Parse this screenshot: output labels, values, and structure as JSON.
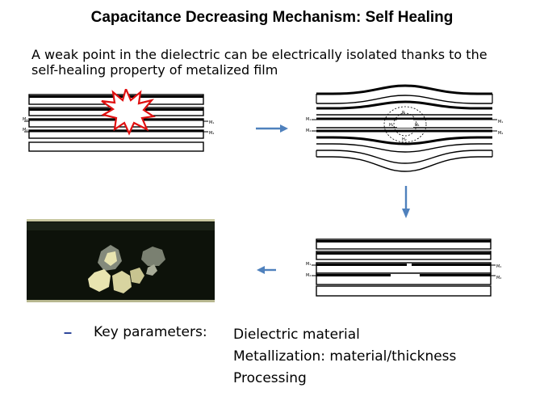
{
  "slide": {
    "title": "Capacitance Decreasing Mechanism: Self Healing",
    "subtitle": "A weak point in the dielectric can be electrically isolated thanks to the self-healing property of metalized film"
  },
  "diagram_labels": {
    "m1": "M₁",
    "m2": "M₂",
    "h1": "H₁",
    "h2": "H₂",
    "r": "R"
  },
  "key_parameters": {
    "label": "Key parameters:",
    "items": [
      "Dielectric material",
      "Metallization: material/thickness",
      "Processing"
    ]
  },
  "colors": {
    "arrow": "#4f81bd",
    "bullet": "#1f3a93",
    "spark": "#e01010",
    "photo_bg": "#0d120a",
    "photo_spot": "#e8e4b0"
  }
}
